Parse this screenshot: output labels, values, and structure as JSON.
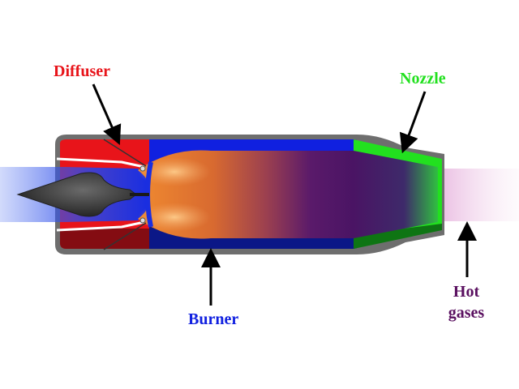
{
  "labels": {
    "diffuser": "Diffuser",
    "nozzle": "Nozzle",
    "burner": "Burner",
    "hot_gases_line1": "Hot",
    "hot_gases_line2": "gases"
  },
  "colors": {
    "diffuser": "#e8141a",
    "nozzle": "#22e01f",
    "burner": "#1020e0",
    "hot_gases": "#5a1060",
    "casing": "#6e6e6e"
  }
}
